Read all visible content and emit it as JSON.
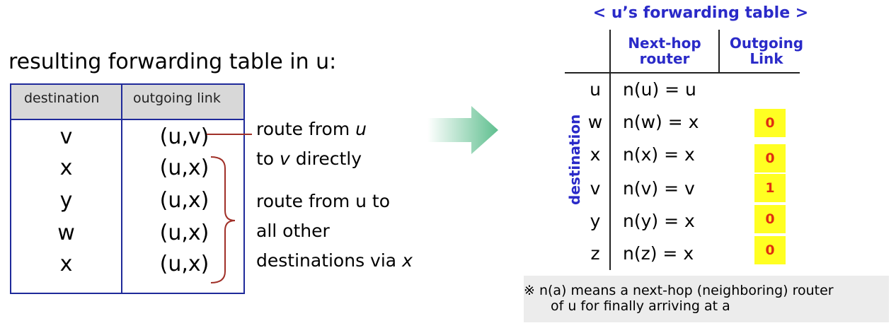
{
  "left": {
    "heading": "resulting forwarding table in u:",
    "table": {
      "headers": [
        "destination",
        "outgoing link"
      ],
      "rows": [
        {
          "destination": "v",
          "link": "(u,v)"
        },
        {
          "destination": "x",
          "link": "(u,x)"
        },
        {
          "destination": "y",
          "link": "(u,x)"
        },
        {
          "destination": "w",
          "link": "(u,x)"
        },
        {
          "destination": "x",
          "link": "(u,x)"
        }
      ]
    },
    "annotation_direct": {
      "line1_prefix": "route from ",
      "line1_italic": "u",
      "line2_prefix": "to ",
      "line2_italic": "v",
      "line2_suffix": " directly"
    },
    "annotation_via": {
      "line1": "route from u to",
      "line2": "all other",
      "line3_prefix": "destinations via ",
      "line3_italic": "x"
    }
  },
  "right": {
    "title": "< u’s forwarding table >",
    "header_next_hop": [
      "Next-hop",
      "router"
    ],
    "header_link": [
      "Outgoing",
      "Link"
    ],
    "axis_label": "destination",
    "rows": [
      {
        "dest": "u",
        "next_hop": "n(u) = u",
        "link": ""
      },
      {
        "dest": "w",
        "next_hop": "n(w) = x",
        "link": "0"
      },
      {
        "dest": "x",
        "next_hop": "n(x) = x",
        "link": "0"
      },
      {
        "dest": "v",
        "next_hop": "n(v) = v",
        "link": "1"
      },
      {
        "dest": "y",
        "next_hop": "n(y) = x",
        "link": "0"
      },
      {
        "dest": "z",
        "next_hop": "n(z) = x",
        "link": "0"
      }
    ],
    "note": {
      "line1": "※ n(a) means a next-hop (neighboring) router",
      "line2": "of u for finally arriving at a"
    }
  },
  "colors": {
    "table_border": "#1f2a9a",
    "accent_blue": "#2a2ac8",
    "bracket_red": "#a03028",
    "highlight_yellow": "#ffff22",
    "link_value_red": "#e03010"
  },
  "icons": {
    "arrow": "right-arrow-icon"
  }
}
